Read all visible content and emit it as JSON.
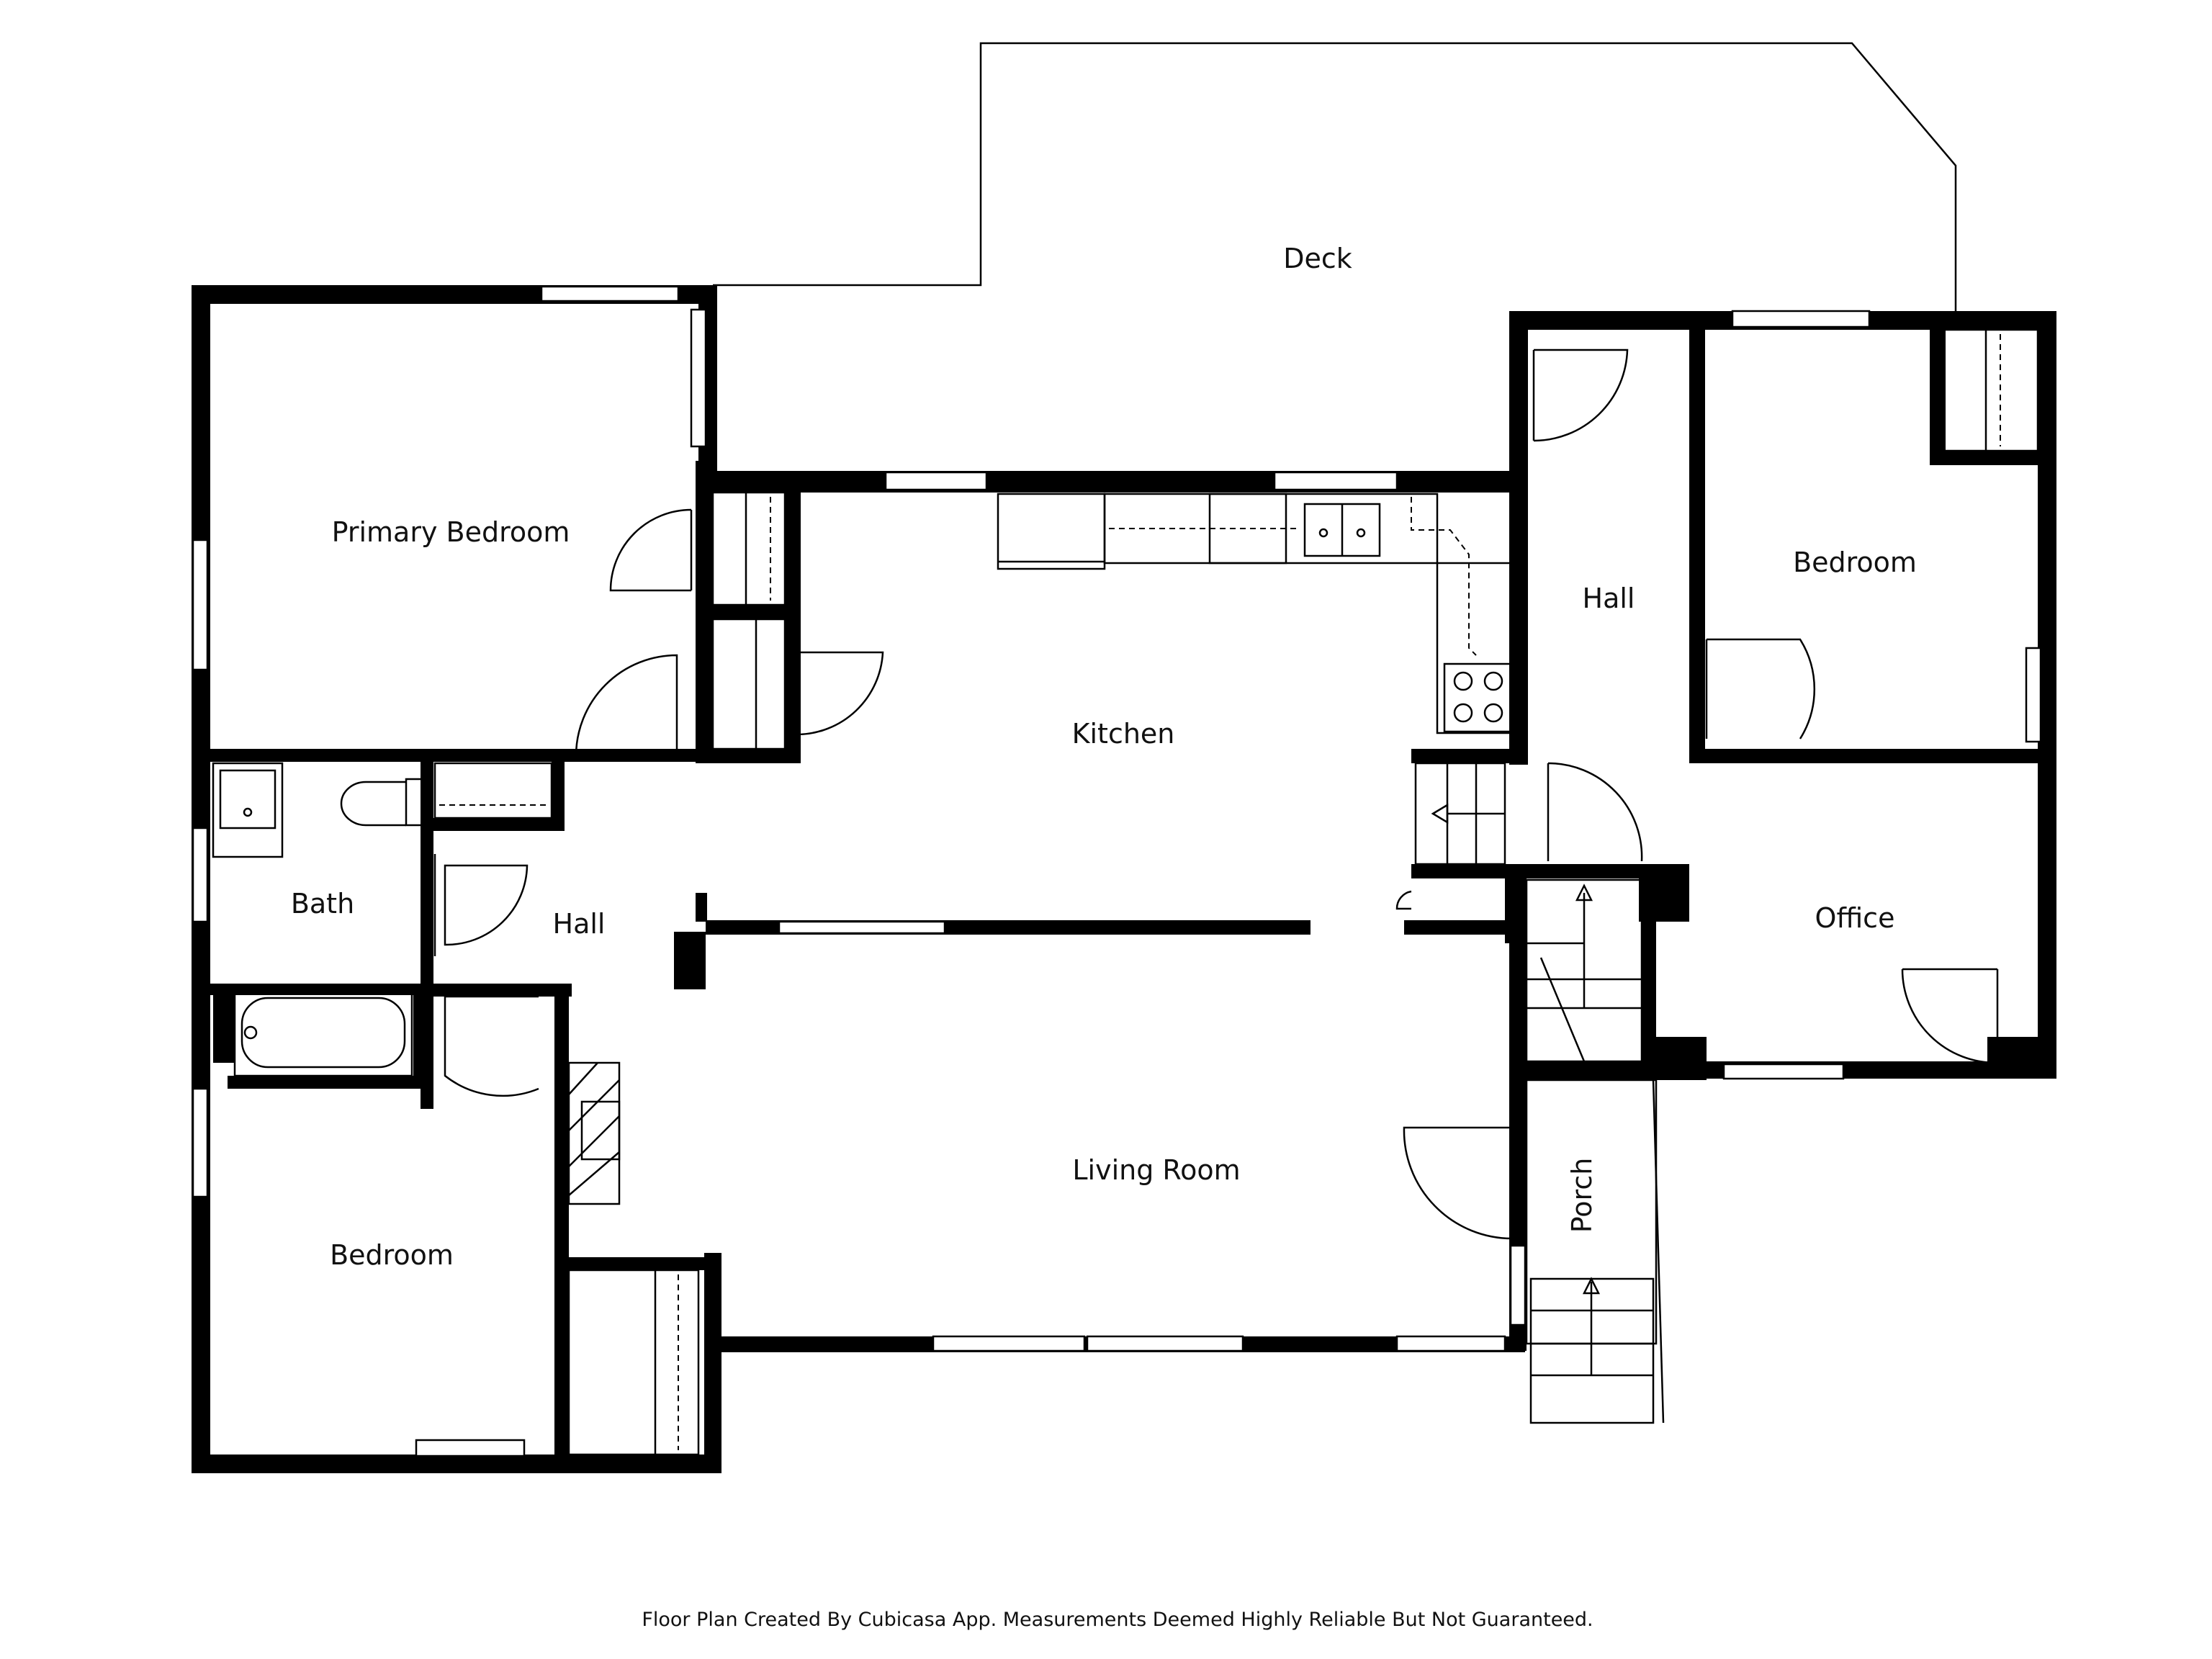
{
  "rooms": {
    "deck": "Deck",
    "primary_bedroom": "Primary Bedroom",
    "kitchen": "Kitchen",
    "hall_east": "Hall",
    "bedroom_east": "Bedroom",
    "bath": "Bath",
    "hall_west": "Hall",
    "office": "Office",
    "living_room": "Living Room",
    "porch": "Porch",
    "bedroom_west": "Bedroom"
  },
  "footer": "Floor Plan Created By Cubicasa App. Measurements Deemed Highly Reliable But Not Guaranteed.",
  "colors": {
    "wall": "#000000",
    "background": "#ffffff"
  }
}
